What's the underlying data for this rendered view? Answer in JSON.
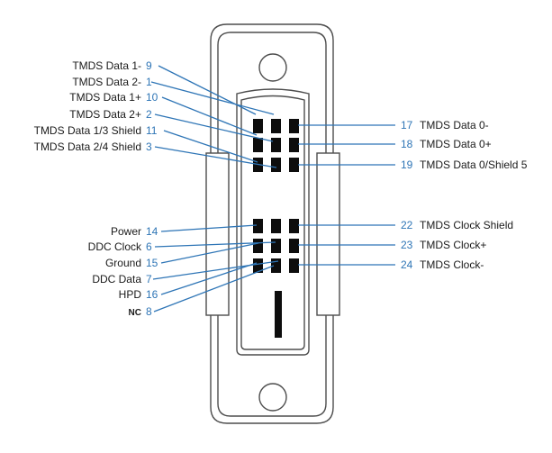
{
  "colors": {
    "leader": "#2e75b6",
    "pin_number": "#2e75b6",
    "label": "#1a1a1a",
    "outline": "#4d4d4d",
    "pin": "#0d0d0d"
  },
  "left_pins": [
    {
      "label": "TMDS Data 1-",
      "num": "9"
    },
    {
      "label": "TMDS Data 2-",
      "num": "1"
    },
    {
      "label": "TMDS Data 1+",
      "num": "10"
    },
    {
      "label": "TMDS Data 2+",
      "num": "2"
    },
    {
      "label": "TMDS Data 1/3 Shield",
      "num": "11"
    },
    {
      "label": "TMDS Data 2/4 Shield",
      "num": "3"
    },
    {
      "label": "Power",
      "num": "14"
    },
    {
      "label": "DDC Clock",
      "num": "6"
    },
    {
      "label": "Ground",
      "num": "15"
    },
    {
      "label": "DDC Data",
      "num": "7"
    },
    {
      "label": "HPD",
      "num": "16"
    },
    {
      "label": "NC",
      "num": "8"
    }
  ],
  "right_pins": [
    {
      "num": "17",
      "label": "TMDS Data 0-"
    },
    {
      "num": "18",
      "label": "TMDS Data 0+"
    },
    {
      "num": "19",
      "label": "TMDS Data 0/Shield 5"
    },
    {
      "num": "22",
      "label": "TMDS Clock Shield"
    },
    {
      "num": "23",
      "label": "TMDS Clock+"
    },
    {
      "num": "24",
      "label": "TMDS Clock-"
    }
  ]
}
